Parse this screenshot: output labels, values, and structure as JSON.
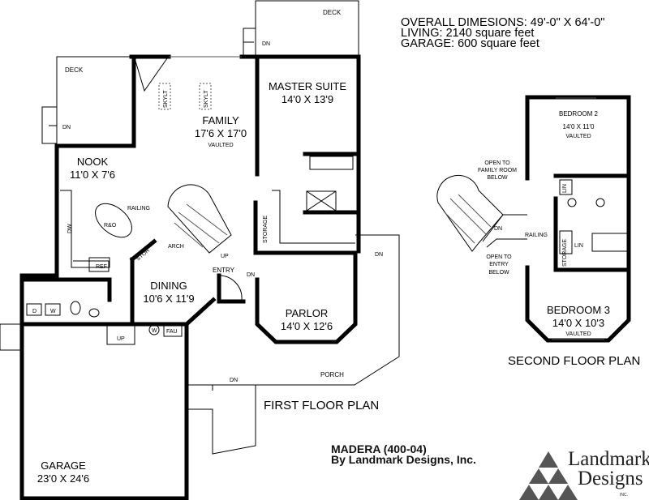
{
  "header": {
    "overall_dimensions": "OVERALL DIMESIONS: 49'-0\" X 64'-0\"",
    "living": "LIVING: 2140 square feet",
    "garage": "GARAGE: 600 square feet"
  },
  "first_floor": {
    "title": "FIRST FLOOR PLAN",
    "rooms": {
      "deck_top": "DECK",
      "deck_left": "DECK",
      "master_name": "MASTER SUITE",
      "master_size": "14'0 X 13'9",
      "family_name": "FAMILY",
      "family_size": "17'6 X 17'0",
      "family_note": "VAULTED",
      "nook_name": "NOOK",
      "nook_size": "11'0 X 7'6",
      "dining_name": "DINING",
      "dining_size": "10'6 X 11'9",
      "parlor_name": "PARLOR",
      "parlor_size": "14'0 X 12'6",
      "garage_name": "GARAGE",
      "garage_size": "23'0 X 24'6",
      "entry": "ENTRY",
      "porch": "PORCH"
    },
    "annotations": {
      "skylight": "SKYLT",
      "railing": "RAILING",
      "arch": "ARCH",
      "stor": "STOR",
      "storage": "STORAGE",
      "up": "UP",
      "dn": "DN",
      "ref": "REF",
      "dw": "DW",
      "dryer": "D",
      "washer": "W",
      "water_heater": "W",
      "fau": "FAU",
      "range_oven": "R&O"
    }
  },
  "second_floor": {
    "title": "SECOND FLOOR PLAN",
    "rooms": {
      "bedroom2_name": "BEDROOM 2",
      "bedroom2_size": "14'0 X 11'0",
      "bedroom2_note": "VAULTED",
      "bedroom3_name": "BEDROOM 3",
      "bedroom3_size": "14'0 X 10'3",
      "bedroom3_note": "VAULTED"
    },
    "annotations": {
      "open_family_1": "OPEN TO",
      "open_family_2": "FAMILY ROOM",
      "open_family_3": "BELOW",
      "open_entry_1": "OPEN TO",
      "open_entry_2": "ENTRY",
      "open_entry_3": "BELOW",
      "railing": "RAILING",
      "dn": "DN",
      "lin": "LIN",
      "storage": "STORAGE"
    }
  },
  "credit": {
    "plan_name": "MADERA (400-04)",
    "designer": "By Landmark Designs, Inc."
  },
  "logo": {
    "line1": "Landmark",
    "line2": "Designs",
    "inc": "INC."
  }
}
